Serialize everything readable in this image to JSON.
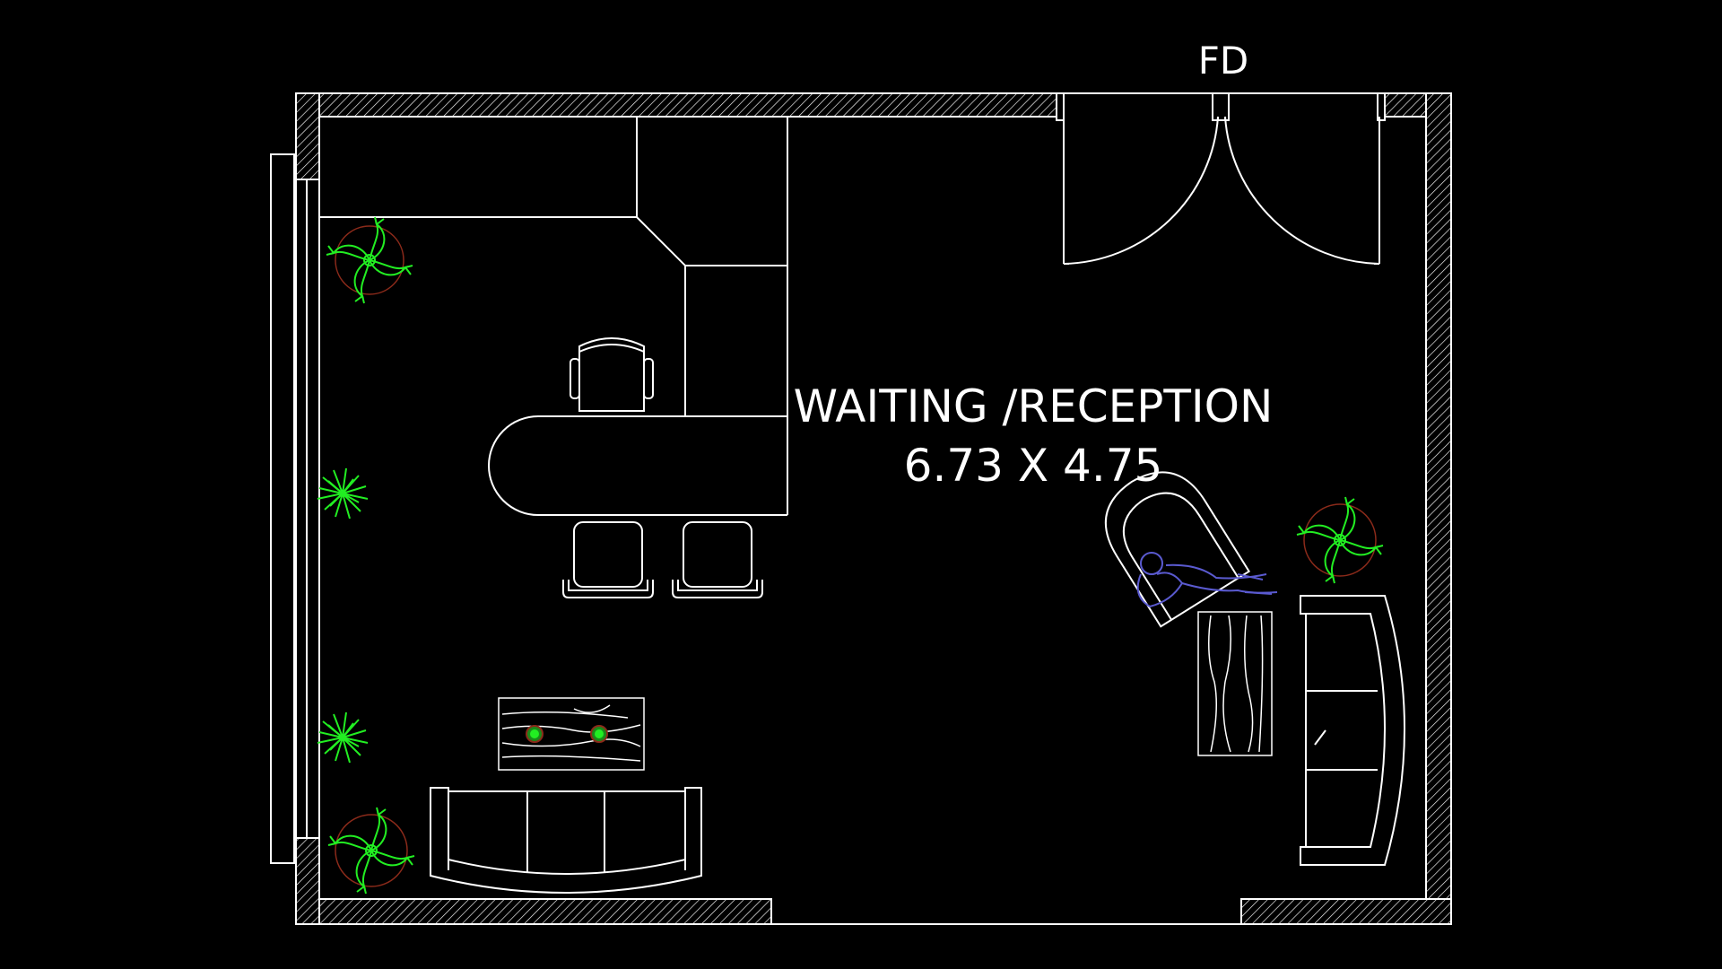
{
  "labels": {
    "door_tag": "FD",
    "room_name": "WAITING /RECEPTION",
    "room_size": "6.73 X 4.75"
  },
  "colors": {
    "background": "#000000",
    "linework": "#ffffff",
    "plants": "#22ee22",
    "plant_pots": "#8b2a1a",
    "figure": "#5a5ad0"
  },
  "symbols": [
    "plant-icon",
    "chair-icon",
    "sofa-icon",
    "person-icon",
    "door-swing-icon"
  ]
}
